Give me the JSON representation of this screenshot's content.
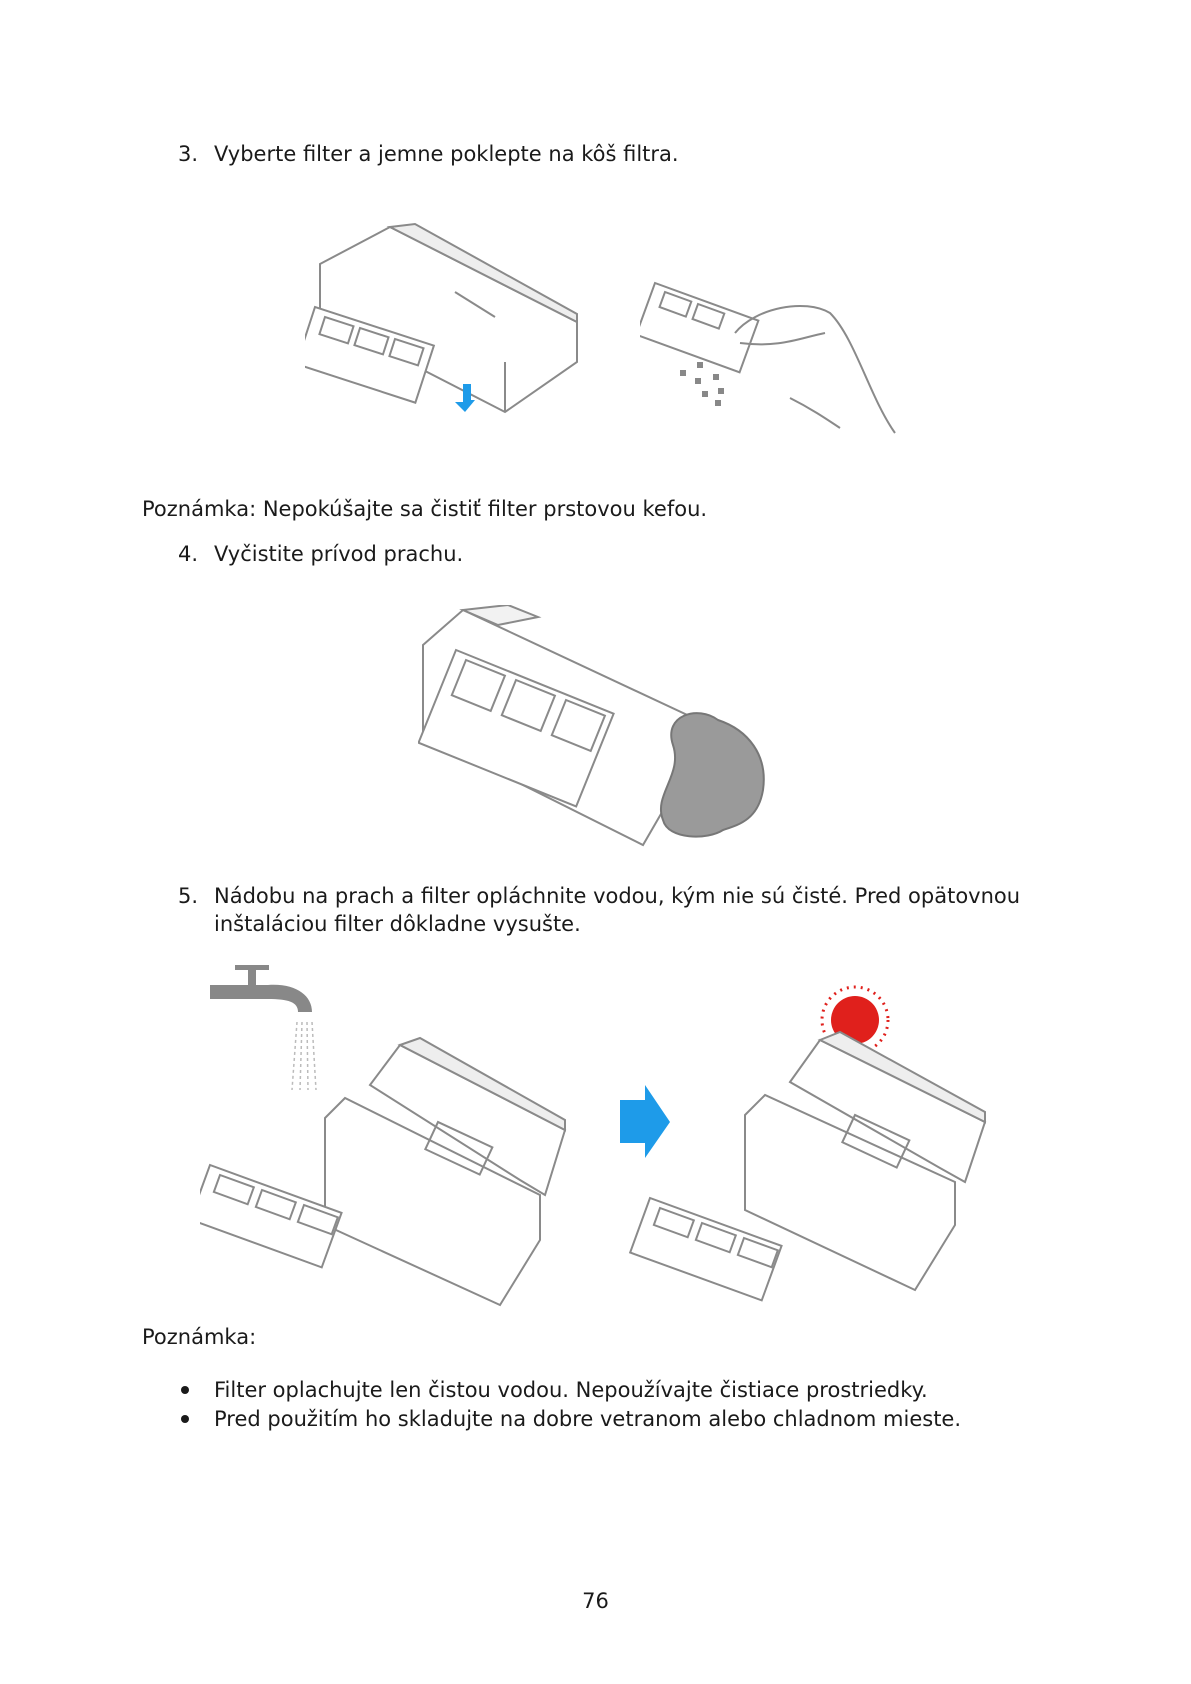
{
  "steps": [
    {
      "number": "3.",
      "text": "Vyberte filter a jemne poklepte na kôš filtra."
    },
    {
      "number": "4.",
      "text": "Vyčistite prívod prachu."
    },
    {
      "number": "5.",
      "line1": "Nádobu na prach a filter opláchnite vodou, kým nie sú čisté. Pred opätovnou",
      "line2": "inštaláciou filter dôkladne vysušte."
    }
  ],
  "note1": "Poznámka: Nepokúšajte sa čistiť filter prstovou kefou.",
  "note2": {
    "label": "Poznámka:",
    "bullets": [
      "Filter oplachujte len čistou vodou. Nepoužívajte čistiace prostriedky.",
      "Pred použitím ho skladujte na dobre vetranom alebo chladnom mieste."
    ]
  },
  "page_number": "76",
  "colors": {
    "accent_blue": "#1e9be9",
    "sun_red": "#e0201c",
    "line": "#8a8a8a",
    "cloth": "#9a9a9a"
  }
}
